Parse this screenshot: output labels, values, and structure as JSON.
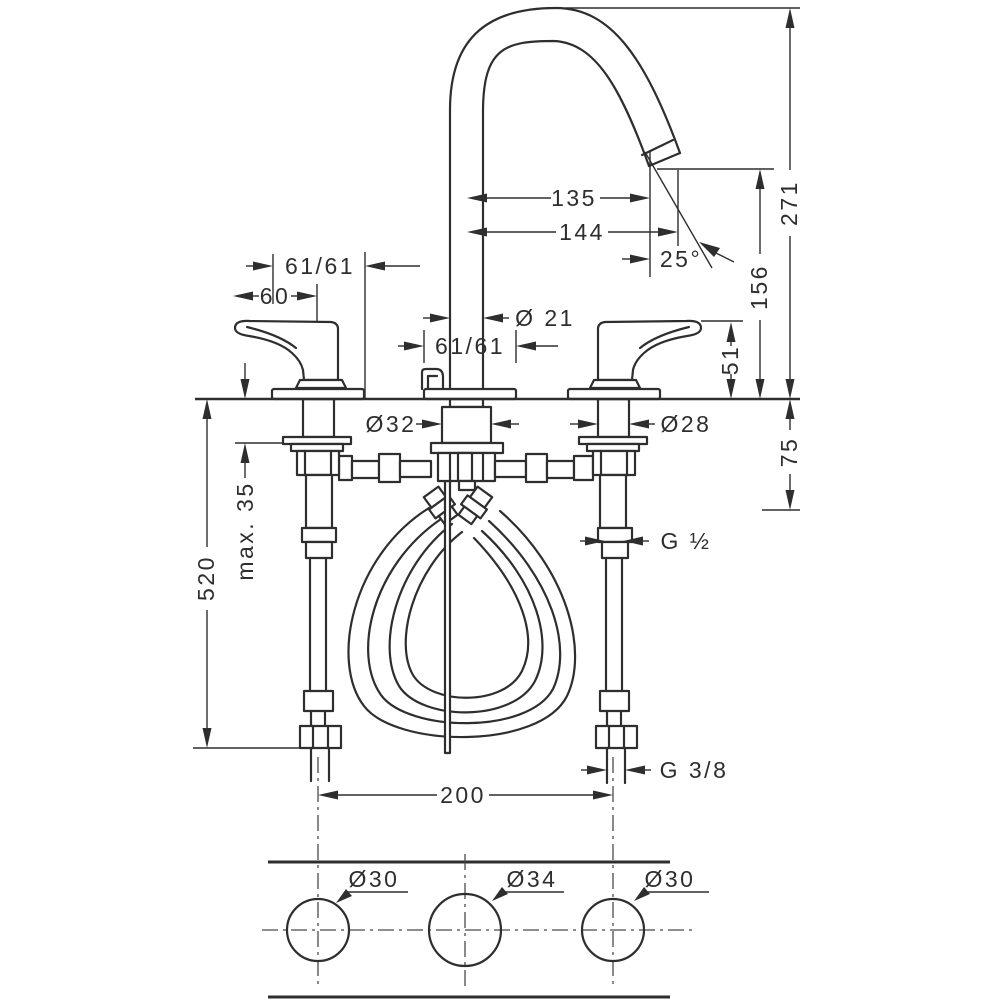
{
  "annotations": {
    "spout_projection_inner": "135",
    "spout_projection_outer": "144",
    "spout_angle": "25°",
    "total_height": "271",
    "spout_outlet_height": "156",
    "handle_height_above_deck": "51",
    "handle_plate_left": "61/61",
    "handle_length": "60",
    "spout_plate": "61/61",
    "spout_pipe_diameter": "Ø 21",
    "spout_shank_diameter": "Ø32",
    "handle_shank_diameter": "Ø28",
    "max_counter_thickness": "max. 35",
    "supply_hose_length": "520",
    "clearance_below_deck": "75",
    "hose_connection_thread": "G ½",
    "supply_connection_thread": "G 3/8",
    "hole_distance": "200",
    "hole_left": "Ø30",
    "hole_center": "Ø34",
    "hole_right": "Ø30"
  },
  "colors": {
    "line": "#2e2e2e",
    "background": "#ffffff"
  }
}
